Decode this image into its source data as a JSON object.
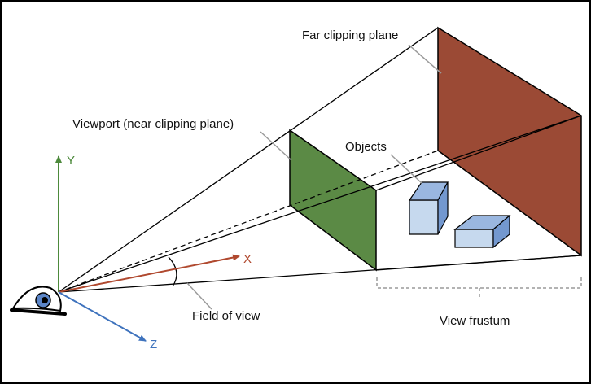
{
  "labels": {
    "far_plane": "Far clipping plane",
    "viewport": "Viewport (near clipping plane)",
    "objects": "Objects",
    "fov": "Field of view",
    "frustum": "View frustum"
  },
  "axes": {
    "x": {
      "label": "X",
      "color": "#b0492f"
    },
    "y": {
      "label": "Y",
      "color": "#4d8a3c"
    },
    "z": {
      "label": "Z",
      "color": "#3f73bd"
    }
  },
  "colors": {
    "far_plane": "#9b4a35",
    "near_plane": "#5b8a45",
    "object_face": "#c6d9ee",
    "object_side": "#7398cf",
    "leader": "#9a9a9a",
    "frame": "#000000"
  },
  "icons": {
    "eye": "eye-icon"
  }
}
